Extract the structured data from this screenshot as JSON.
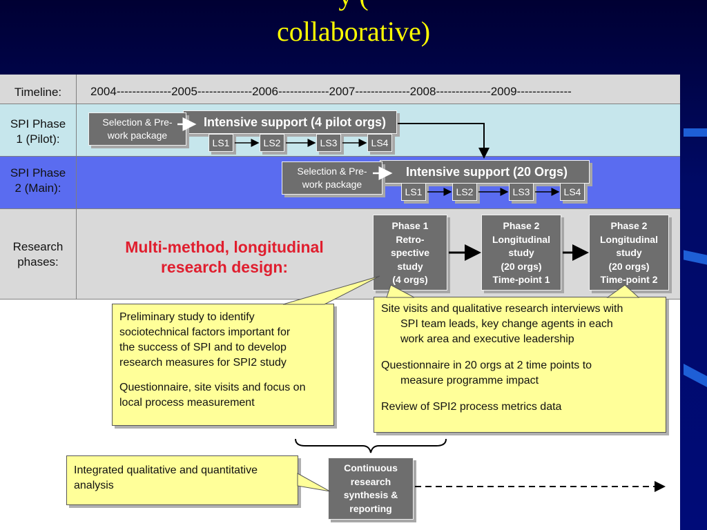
{
  "slide_title": {
    "line1": "y (",
    "line2": "collaborative)"
  },
  "rows": {
    "timeline_label": "Timeline:",
    "timeline_text": "2004--------------2005--------------2006-------------2007--------------2008--------------2009--------------",
    "phase1_label": [
      "SPI Phase",
      "1 (Pilot):"
    ],
    "phase2_label": [
      "SPI Phase",
      "2 (Main):"
    ],
    "research_label": [
      "Research",
      "phases:"
    ]
  },
  "phase1": {
    "selection": [
      "Selection & Pre-",
      "work package"
    ],
    "intensive": "Intensive support (4 pilot orgs)",
    "ls": [
      "LS1",
      "LS2",
      "LS3",
      "LS4"
    ]
  },
  "phase2": {
    "selection": [
      "Selection & Pre-",
      "work package"
    ],
    "intensive": "Intensive support (20 Orgs)",
    "ls": [
      "LS1",
      "LS2",
      "LS3",
      "LS4"
    ]
  },
  "research": {
    "design": [
      "Multi-method, longitudinal",
      "research design:"
    ],
    "box1": [
      "Phase 1",
      "Retro-",
      "spective",
      "study",
      "(4 orgs)"
    ],
    "box2": [
      "Phase 2",
      "Longitudinal",
      "study",
      "(20 orgs)",
      "Time-point 1"
    ],
    "box3": [
      "Phase 2",
      "Longitudinal",
      "study",
      "(20 orgs)",
      "Time-point 2"
    ]
  },
  "notes": {
    "left": {
      "p1": [
        "Preliminary study to identify",
        "sociotechnical factors important for",
        "the success of SPI and to develop",
        "research measures for SPI2 study"
      ],
      "p2": [
        "Questionnaire, site visits and focus on",
        "local process measurement"
      ]
    },
    "right": {
      "p1": [
        "Site visits and qualitative research interviews with",
        "SPI team leads, key change agents in each",
        "work area and executive leadership"
      ],
      "p2": [
        "Questionnaire in 20 orgs at 2 time points to",
        "measure programme impact"
      ],
      "p3": "Review of SPI2 process metrics data"
    },
    "bottom": [
      "Integrated qualitative and quantitative",
      "analysis"
    ]
  },
  "synthesis": [
    "Continuous",
    "research",
    "synthesis &",
    "reporting"
  ],
  "colors": {
    "slide_background": "#000b78",
    "title": "#ffff00",
    "timeline_band": "#d9d9d9",
    "phase1_band": "#c6e6ec",
    "phase2_band": "#5a6cf0",
    "box_gray": "#6e6e6e",
    "note_yellow": "#ffff99",
    "red_text": "#e01e2e"
  }
}
